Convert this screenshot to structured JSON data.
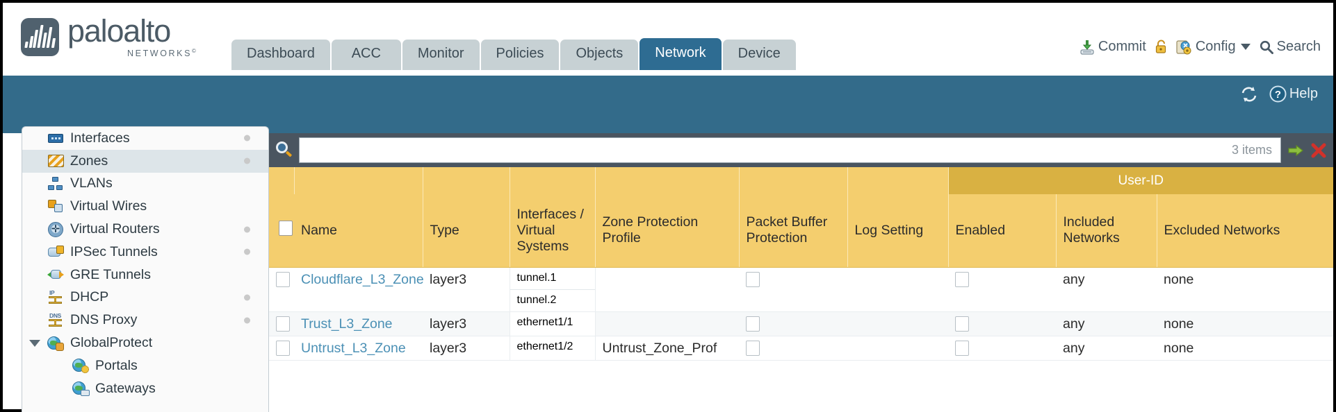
{
  "brand": {
    "name": "paloalto",
    "sub": "NETWORKS",
    "sup": "©"
  },
  "tabs": [
    {
      "label": "Dashboard",
      "active": false
    },
    {
      "label": "ACC",
      "active": false
    },
    {
      "label": "Monitor",
      "active": false
    },
    {
      "label": "Policies",
      "active": false
    },
    {
      "label": "Objects",
      "active": false
    },
    {
      "label": "Network",
      "active": true
    },
    {
      "label": "Device",
      "active": false
    }
  ],
  "top_actions": {
    "commit": "Commit",
    "config": "Config",
    "search": "Search"
  },
  "blue_bar": {
    "help": "Help"
  },
  "sidebar": {
    "items": [
      {
        "label": "Interfaces",
        "icon": "interfaces-icon",
        "selected": false,
        "dot": true,
        "child": false,
        "expander": false
      },
      {
        "label": "Zones",
        "icon": "zones-icon",
        "selected": true,
        "dot": true,
        "child": false,
        "expander": false
      },
      {
        "label": "VLANs",
        "icon": "vlans-icon",
        "selected": false,
        "dot": false,
        "child": false,
        "expander": false
      },
      {
        "label": "Virtual Wires",
        "icon": "virtual-wires-icon",
        "selected": false,
        "dot": false,
        "child": false,
        "expander": false
      },
      {
        "label": "Virtual Routers",
        "icon": "virtual-routers-icon",
        "selected": false,
        "dot": true,
        "child": false,
        "expander": false
      },
      {
        "label": "IPSec Tunnels",
        "icon": "ipsec-tunnels-icon",
        "selected": false,
        "dot": true,
        "child": false,
        "expander": false
      },
      {
        "label": "GRE Tunnels",
        "icon": "gre-tunnels-icon",
        "selected": false,
        "dot": false,
        "child": false,
        "expander": false
      },
      {
        "label": "DHCP",
        "icon": "dhcp-icon",
        "selected": false,
        "dot": true,
        "child": false,
        "expander": false
      },
      {
        "label": "DNS Proxy",
        "icon": "dns-proxy-icon",
        "selected": false,
        "dot": true,
        "child": false,
        "expander": false
      },
      {
        "label": "GlobalProtect",
        "icon": "globalprotect-icon",
        "selected": false,
        "dot": false,
        "child": false,
        "expander": true
      },
      {
        "label": "Portals",
        "icon": "portals-icon",
        "selected": false,
        "dot": false,
        "child": true,
        "expander": false
      },
      {
        "label": "Gateways",
        "icon": "gateways-icon",
        "selected": false,
        "dot": false,
        "child": true,
        "expander": false
      }
    ]
  },
  "search": {
    "value": "",
    "placeholder": "",
    "items_count": "3 items"
  },
  "table": {
    "group_header": "User-ID",
    "columns": [
      "Name",
      "Type",
      "Interfaces / Virtual Systems",
      "Zone Protection Profile",
      "Packet Buffer Protection",
      "Log Setting",
      "Enabled",
      "Included Networks",
      "Excluded Networks"
    ],
    "rows": [
      {
        "name": "Cloudflare_L3_Zone",
        "type": "layer3",
        "interfaces": [
          "tunnel.1",
          "tunnel.2"
        ],
        "zone_protection_profile": "",
        "packet_buffer_protection": false,
        "log_setting": "",
        "userid_enabled": false,
        "included_networks": "any",
        "excluded_networks": "none"
      },
      {
        "name": "Trust_L3_Zone",
        "type": "layer3",
        "interfaces": [
          "ethernet1/1"
        ],
        "zone_protection_profile": "",
        "packet_buffer_protection": false,
        "log_setting": "",
        "userid_enabled": false,
        "included_networks": "any",
        "excluded_networks": "none"
      },
      {
        "name": "Untrust_L3_Zone",
        "type": "layer3",
        "interfaces": [
          "ethernet1/2"
        ],
        "zone_protection_profile": "Untrust_Zone_Prof",
        "packet_buffer_protection": false,
        "log_setting": "",
        "userid_enabled": false,
        "included_networks": "any",
        "excluded_networks": "none"
      }
    ]
  },
  "colors": {
    "brand_blue": "#336b8a",
    "tab_active": "#2e6c92",
    "tab_inactive": "#c7d1d4",
    "toolbar_dark": "#4a5560",
    "header_yellow": "#f4ce6e",
    "userid_gold": "#d9b142",
    "link_blue": "#4b90b5"
  }
}
